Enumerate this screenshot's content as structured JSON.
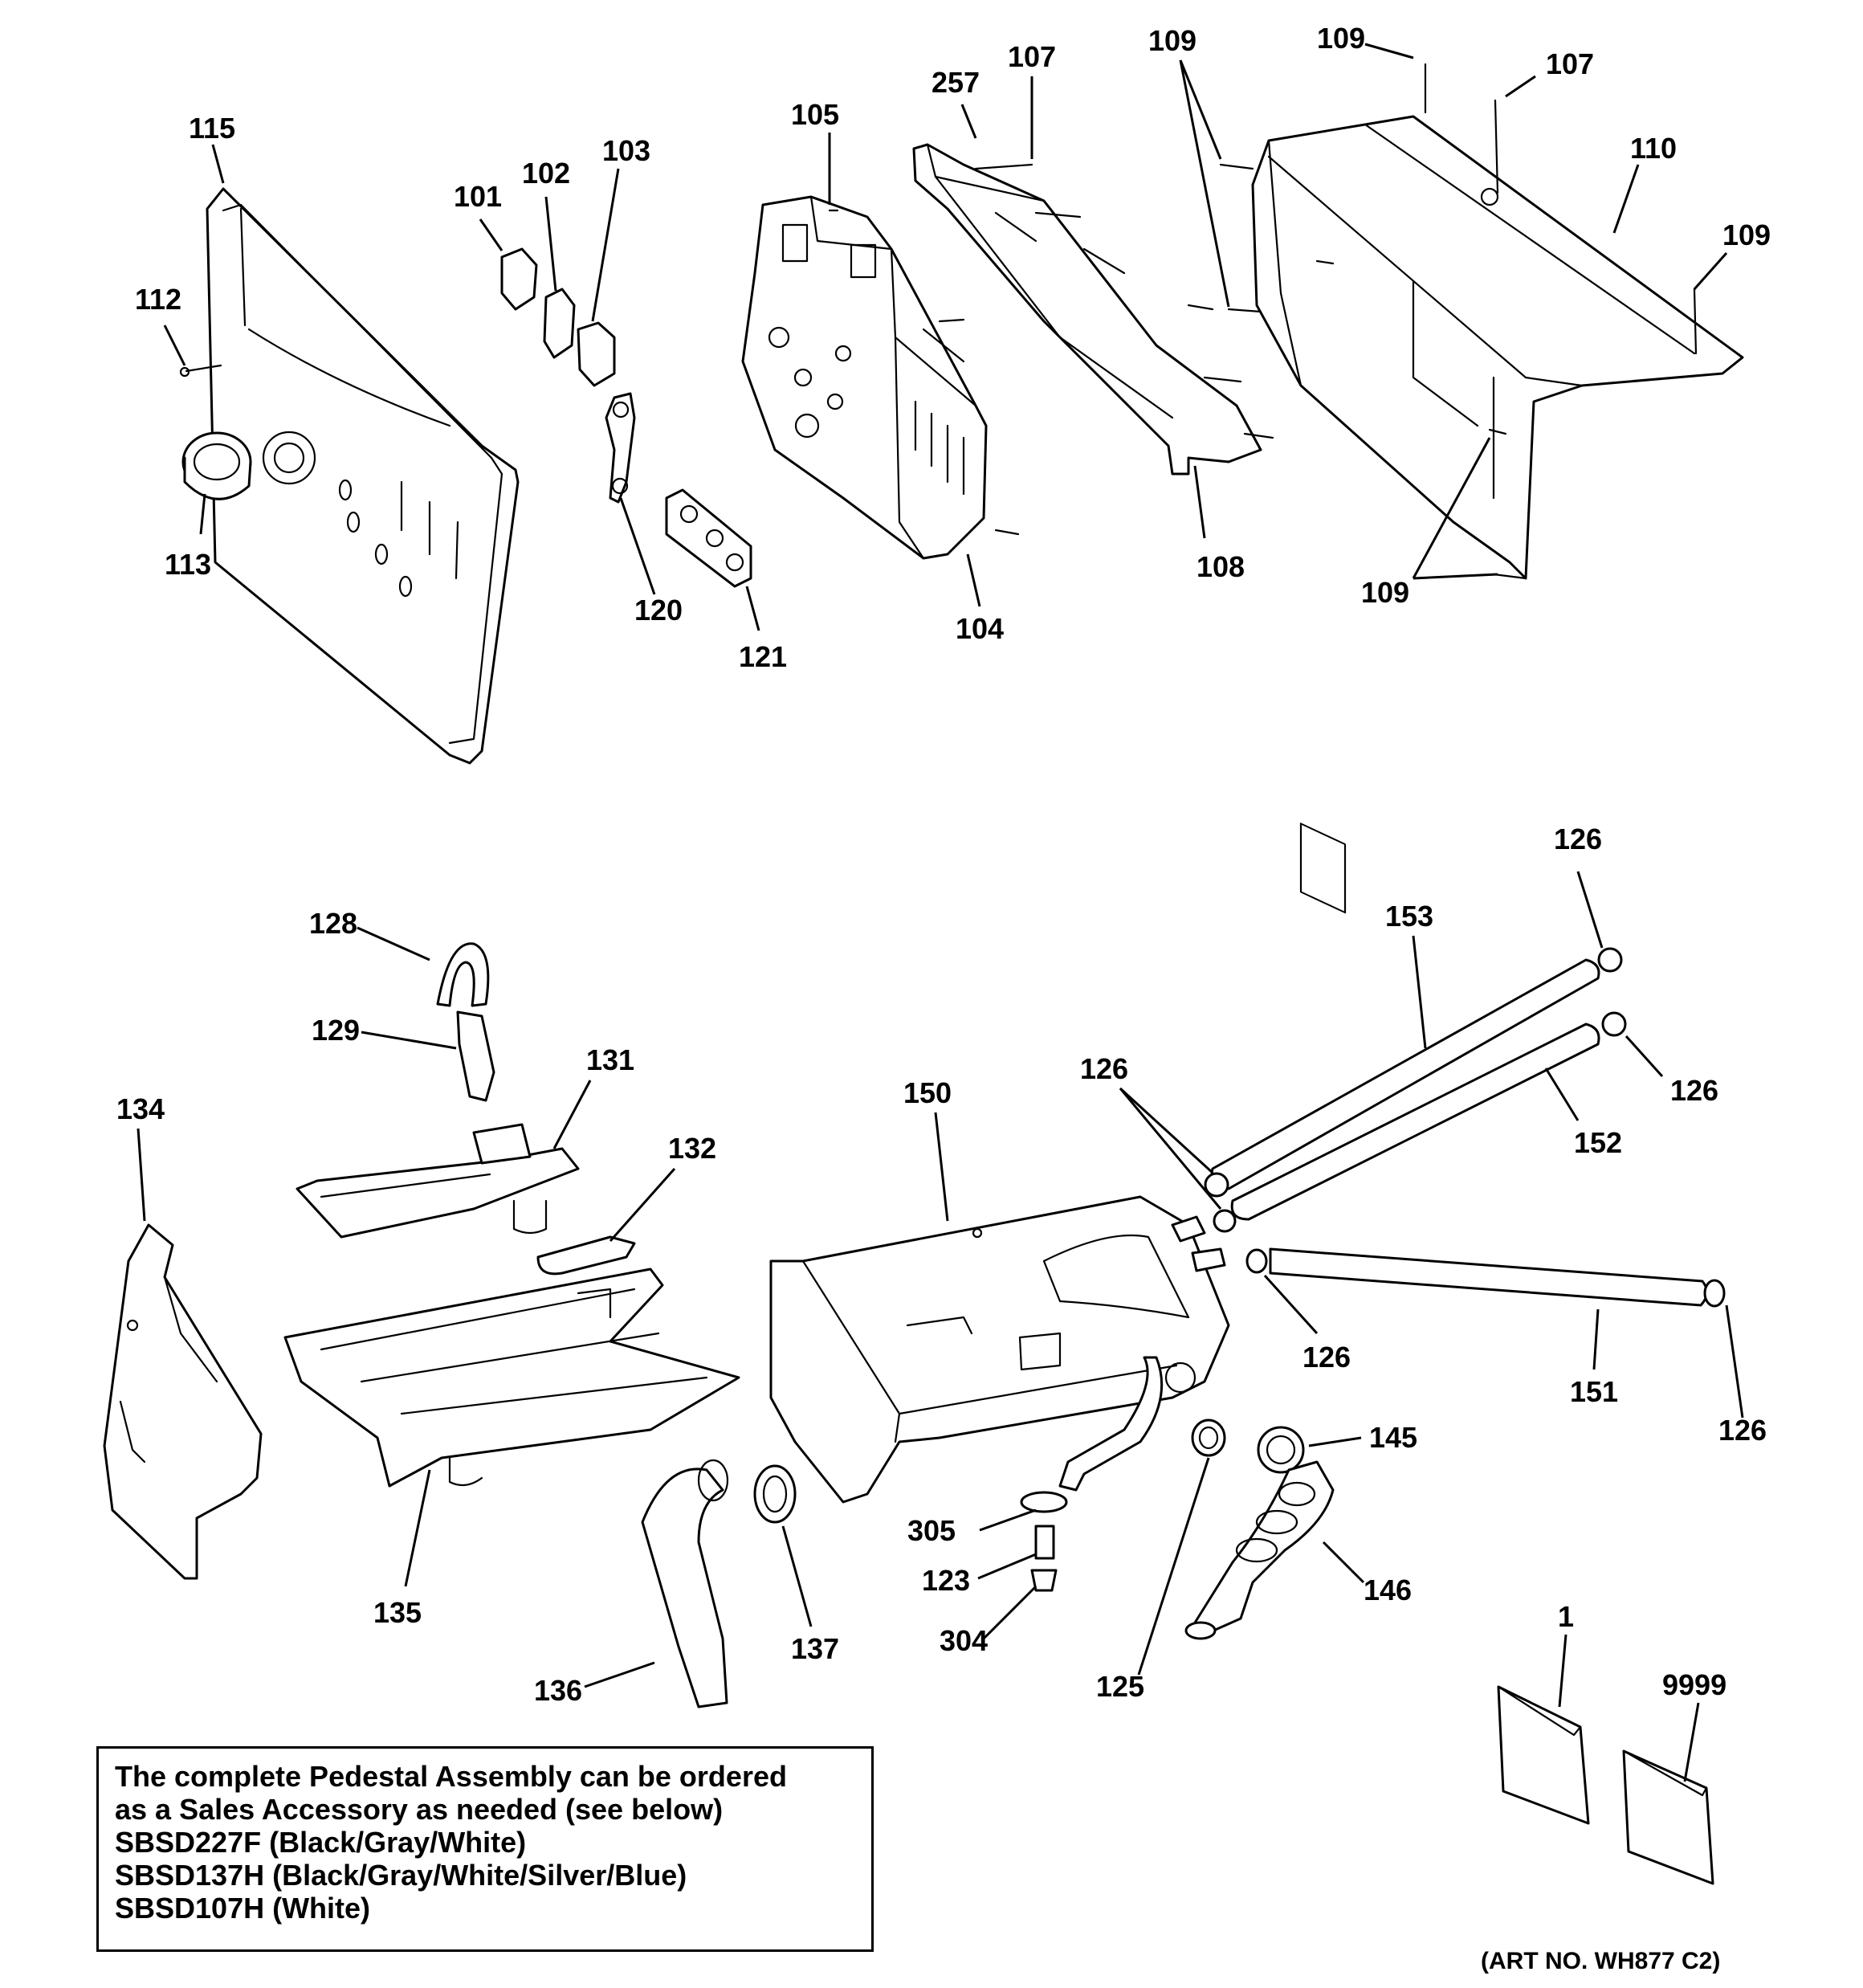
{
  "callouts": {
    "c115": "115",
    "c112": "112",
    "c113": "113",
    "c101": "101",
    "c102": "102",
    "c103": "103",
    "c120": "120",
    "c121": "121",
    "c105": "105",
    "c104": "104",
    "c257": "257",
    "c107a": "107",
    "c107b": "107",
    "c108": "108",
    "c109a": "109",
    "c109b": "109",
    "c109c": "109",
    "c109d": "109",
    "c110": "110",
    "c128": "128",
    "c129": "129",
    "c131": "131",
    "c132": "132",
    "c134": "134",
    "c135": "135",
    "c136": "136",
    "c137": "137",
    "c150": "150",
    "c126a": "126",
    "c126b": "126",
    "c126c": "126",
    "c126d": "126",
    "c126e": "126",
    "c153": "153",
    "c152": "152",
    "c151": "151",
    "c145": "145",
    "c146": "146",
    "c125": "125",
    "c305": "305",
    "c123": "123",
    "c304": "304",
    "c1": "1",
    "c9999": "9999"
  },
  "note": {
    "line1": "The complete Pedestal Assembly can be ordered",
    "line2": "as a Sales Accessory as needed (see below)",
    "line3": "SBSD227F (Black/Gray/White)",
    "line4": "SBSD137H (Black/Gray/White/Silver/Blue)",
    "line5": "SBSD107H (White)"
  },
  "art_number": "(ART NO. WH877 C2)"
}
